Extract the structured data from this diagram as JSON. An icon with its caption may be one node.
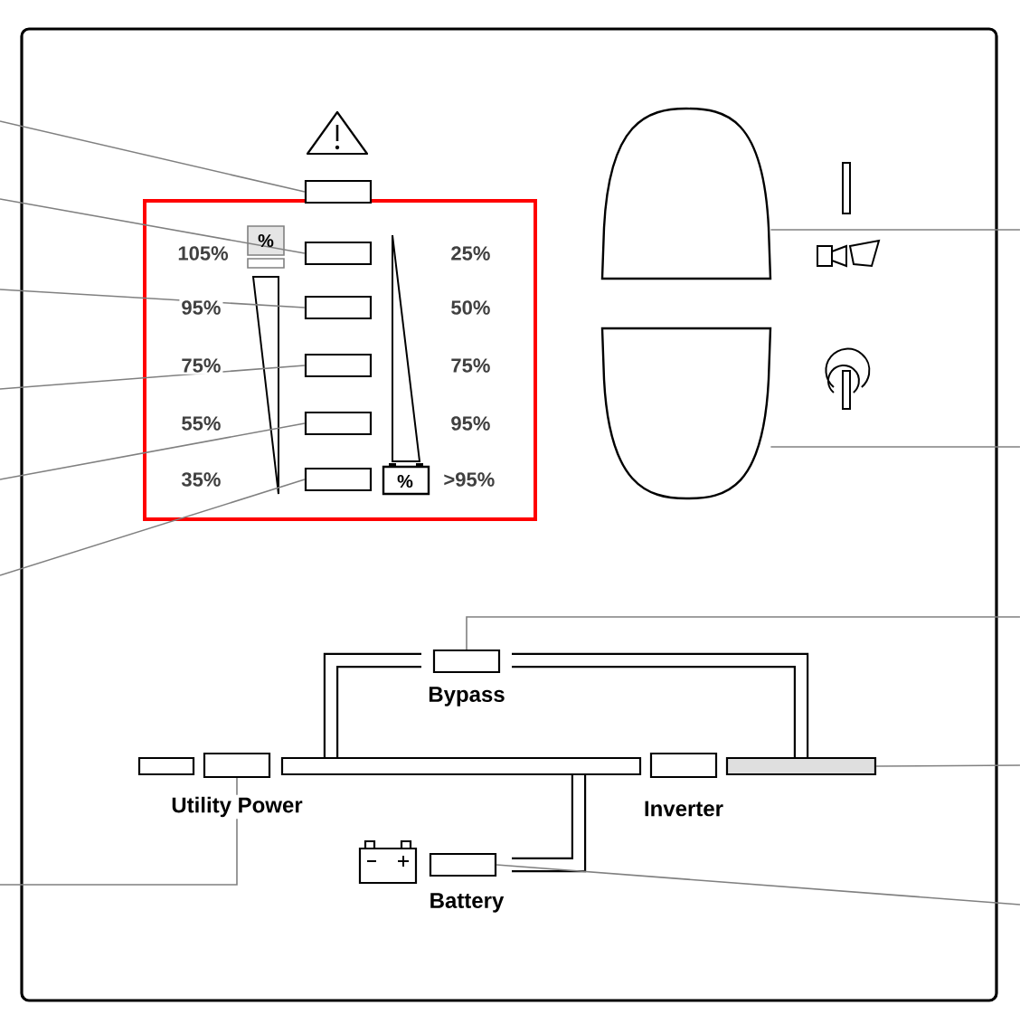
{
  "diagram": {
    "nodes": [
      {
        "text": [],
        "shape": "box"
      },
      {
        "text": [],
        "shape": "box"
      },
      {
        "text": [],
        "shape": "box"
      },
      {
        "text": [],
        "shape": "box"
      },
      {
        "text": [],
        "shape": "box"
      },
      {
        "text": [],
        "shape": "box"
      },
      {
        "text": [],
        "shape": "oval"
      },
      {
        "text": [],
        "shape": "oval"
      },
      {
        "text": [],
        "shape": "box"
      },
      {
        "text": [],
        "shape": "box"
      },
      {
        "text": [],
        "shape": "box"
      },
      {
        "text": [],
        "shape": "bar"
      },
      {
        "text": [],
        "shape": "box"
      }
    ],
    "edges": [
      {
        "from": null,
        "to": 0,
        "arrow": "none"
      },
      {
        "from": null,
        "to": 1,
        "arrow": "none"
      },
      {
        "from": null,
        "to": 2,
        "arrow": "none"
      },
      {
        "from": null,
        "to": 3,
        "arrow": "none"
      },
      {
        "from": null,
        "to": 4,
        "arrow": "none"
      },
      {
        "from": null,
        "to": 5,
        "arrow": "none"
      },
      {
        "from": null,
        "to": 6,
        "arrow": "none"
      },
      {
        "from": null,
        "to": 7,
        "arrow": "none"
      },
      {
        "from": null,
        "to": 8,
        "arrow": "none"
      },
      {
        "from": null,
        "to": 11,
        "arrow": "none"
      },
      {
        "from": null,
        "to": 9,
        "arrow": "none"
      },
      {
        "from": null,
        "to": 12,
        "arrow": "none"
      }
    ],
    "labels": [
      "105%",
      "%",
      "25%",
      "95%",
      "50%",
      "75%",
      "75%",
      "55%",
      "95%",
      "35%",
      "%",
      ">95%",
      "Bypass",
      "Utility Power",
      "Inverter",
      "Battery"
    ]
  }
}
